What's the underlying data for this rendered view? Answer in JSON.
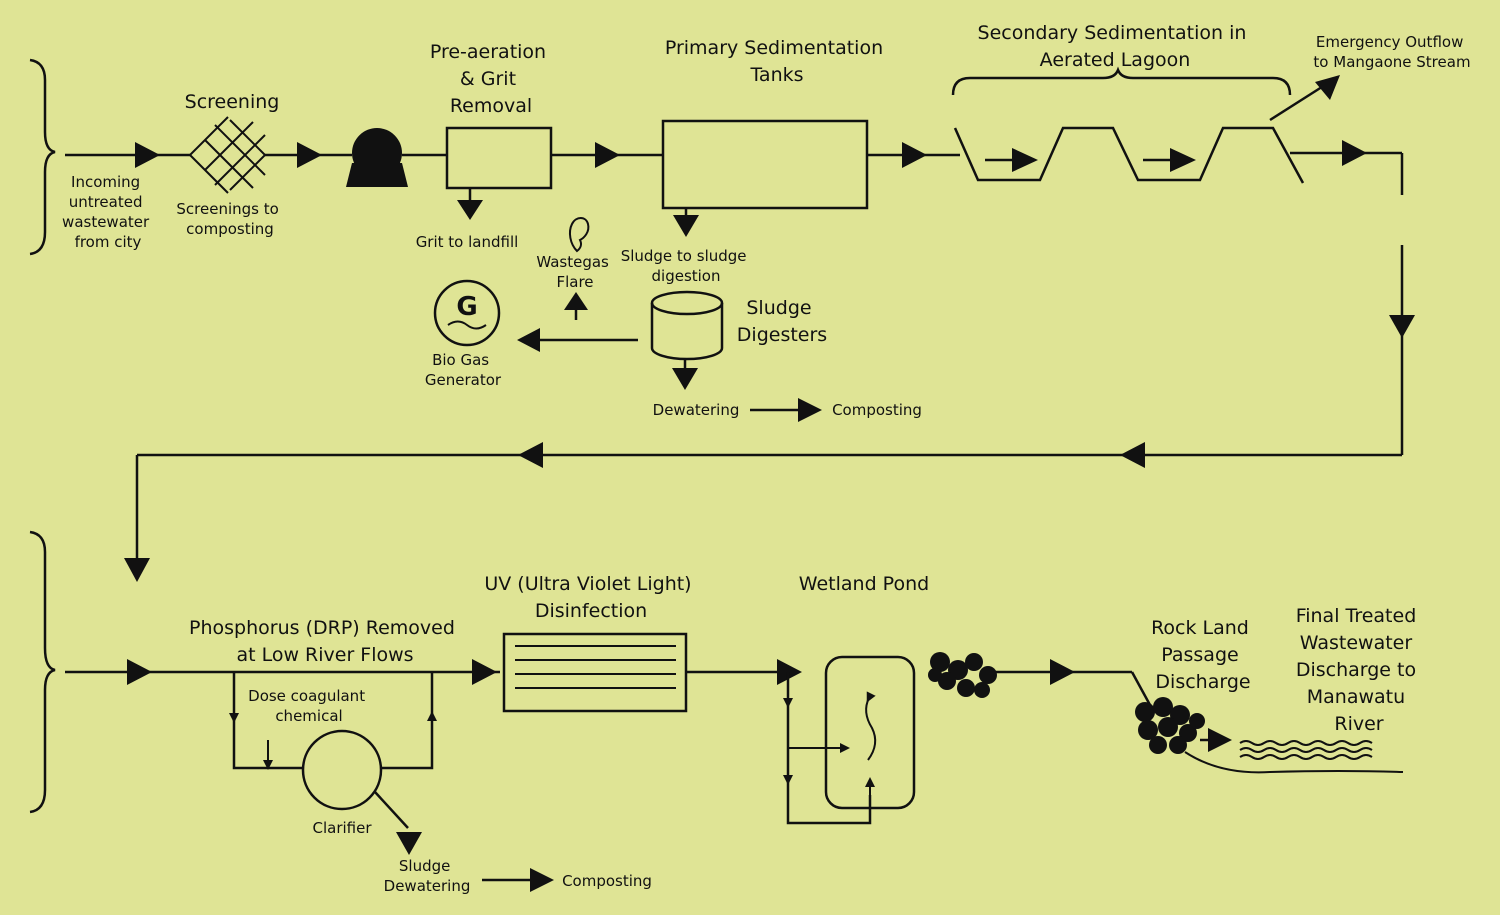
{
  "colors": {
    "background": "#dfe495",
    "ink": "#111111"
  },
  "labels": {
    "screening": "Screening",
    "pre_aeration": [
      "Pre-aeration",
      "& Grit",
      "Removal"
    ],
    "primary": [
      "Primary Sedimentation",
      "Tanks"
    ],
    "secondary": [
      "Secondary Sedimentation in",
      "Aerated Lagoon"
    ],
    "emergency": [
      "Emergency Outflow",
      "to Mangaone Stream"
    ],
    "incoming": [
      "Incoming",
      "untreated",
      "wastewater",
      "from city"
    ],
    "screenings": [
      "Screenings to",
      "composting"
    ],
    "grit": "Grit to landfill",
    "wastegas": [
      "Wastegas",
      "Flare"
    ],
    "sludge_to": [
      "Sludge to sludge",
      "digestion"
    ],
    "digesters": [
      "Sludge",
      "Digesters"
    ],
    "generator_letter": "G",
    "biogas": [
      "Bio Gas",
      "Generator"
    ],
    "dewatering": "Dewatering",
    "composting_1": "Composting",
    "phosphorus": [
      "Phosphorus (DRP) Removed",
      "at Low River Flows"
    ],
    "coagulant": [
      "Dose coagulant",
      "chemical"
    ],
    "clarifier": "Clarifier",
    "sludge_dewatering": [
      "Sludge",
      "Dewatering"
    ],
    "composting_2": "Composting",
    "uv": [
      "UV (Ultra Violet Light)",
      "Disinfection"
    ],
    "wetland": "Wetland Pond",
    "rock": [
      "Rock Land",
      "Passage",
      "Discharge"
    ],
    "final": [
      "Final Treated",
      "Wastewater",
      "Discharge to",
      "Manawatu",
      "River"
    ]
  }
}
